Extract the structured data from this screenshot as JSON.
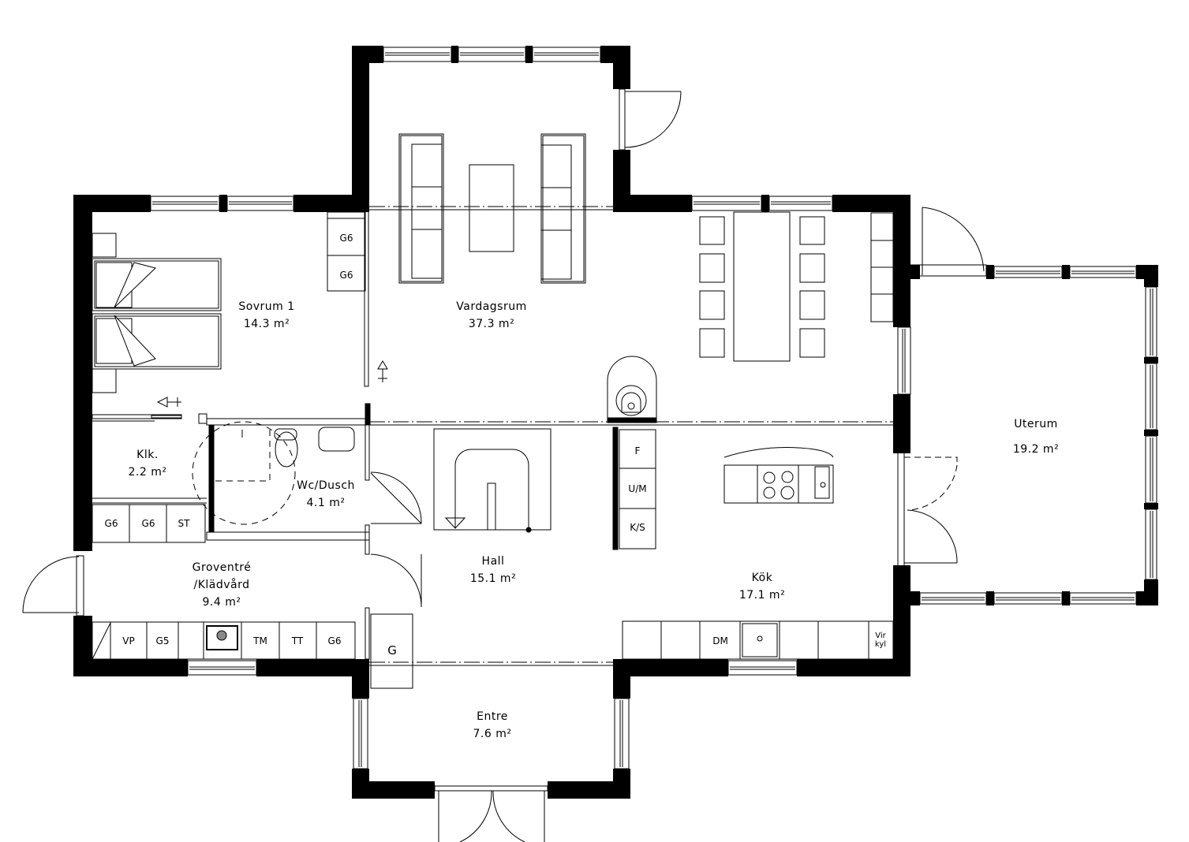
{
  "rooms": {
    "sovrum": {
      "name": "Sovrum 1",
      "area": "14.3 m²"
    },
    "vardagsrum": {
      "name": "Vardagsrum",
      "area": "37.3 m²"
    },
    "uterum": {
      "name": "Uterum",
      "area": "19.2 m²"
    },
    "klk": {
      "name": "Klk.",
      "area": "2.2 m²"
    },
    "wc": {
      "name": "Wc/Dusch",
      "area": "4.1 m²"
    },
    "groventre": {
      "name": "Groventré",
      "name2": "/Klädvård",
      "area": "9.4 m²"
    },
    "hall": {
      "name": "Hall",
      "area": "15.1 m²"
    },
    "kok": {
      "name": "Kök",
      "area": "17.1 m²"
    },
    "entre": {
      "name": "Entre",
      "area": "7.6 m²"
    }
  },
  "fixtures": {
    "sovrum_wardrobe": [
      "G6",
      "G6"
    ],
    "klk_storage": [
      "G6",
      "G6",
      "ST"
    ],
    "groventre_row": [
      "VP",
      "G5",
      "TM",
      "TT",
      "G6"
    ],
    "kitchen_tall": [
      "F",
      "U/M",
      "K/S"
    ],
    "kitchen_dm": "DM",
    "kitchen_fridge": [
      "Vir",
      "kyl"
    ],
    "entre_wardrobe": "G"
  },
  "colors": {
    "wall": "#000000",
    "line": "#000000",
    "background": "#ffffff"
  }
}
